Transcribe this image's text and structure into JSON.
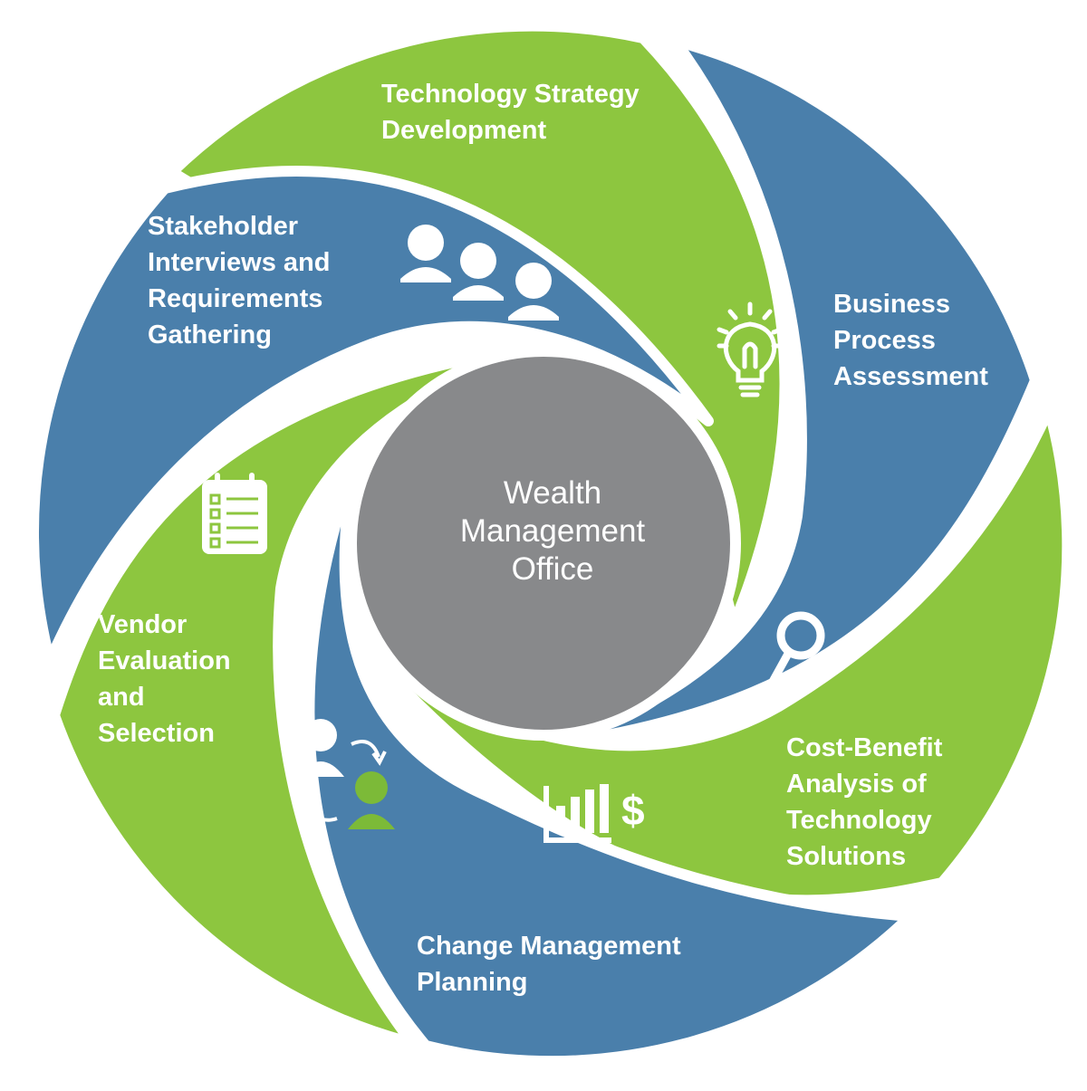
{
  "colors": {
    "green": "#8dc63f",
    "blue": "#4a7fab",
    "center": "#88898b",
    "divider": "#ffffff",
    "icon": "#ffffff",
    "icon_accent": "#7cba38"
  },
  "center": {
    "lines": [
      "Wealth",
      "Management",
      "Office"
    ]
  },
  "segments": [
    {
      "color": "green",
      "lines": [
        "Technology Strategy",
        "Development"
      ],
      "icon": "lightbulb-icon"
    },
    {
      "color": "blue",
      "lines": [
        "Business",
        "Process",
        "Assessment"
      ],
      "icon": "magnifier-icon"
    },
    {
      "color": "green",
      "lines": [
        "Cost-Benefit",
        "Analysis of",
        "Technology",
        "Solutions"
      ],
      "icon": "bar-chart-dollar-icon",
      "icon_text": "$"
    },
    {
      "color": "blue",
      "lines": [
        "Change Management",
        "Planning"
      ],
      "icon": "people-exchange-icon"
    },
    {
      "color": "green",
      "lines": [
        "Vendor",
        "Evaluation",
        "and",
        "Selection"
      ],
      "icon": "checklist-calendar-icon"
    },
    {
      "color": "blue",
      "lines": [
        "Stakeholder",
        "Interviews and",
        "Requirements",
        "Gathering"
      ],
      "icon": "people-group-icon"
    }
  ]
}
